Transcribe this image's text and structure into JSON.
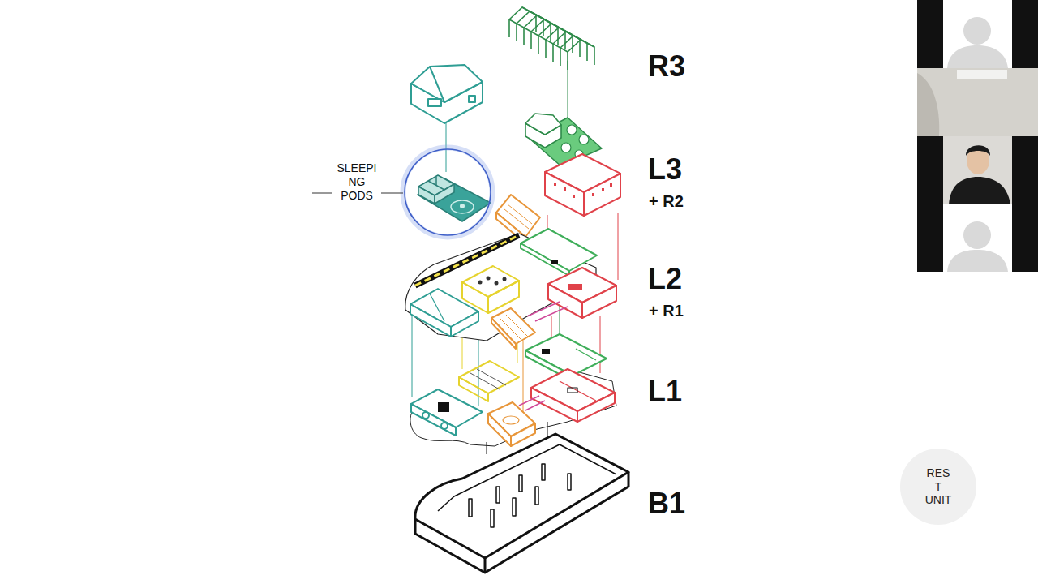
{
  "diagram": {
    "nodes": [
      {
        "text": [
          "RES T UNIT"
        ]
      }
    ],
    "labels": [
      "R3",
      "SLEEPI NG PODS",
      "L3",
      "+ R2",
      "L2",
      "+ R1",
      "L1",
      "B1"
    ]
  }
}
